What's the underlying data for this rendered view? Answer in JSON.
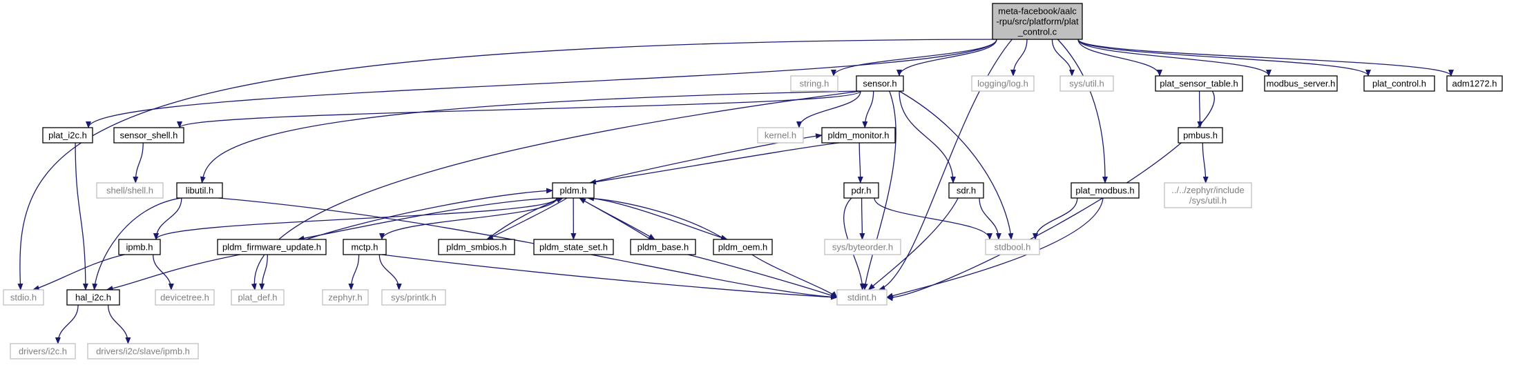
{
  "graph": {
    "colors": {
      "edge": "#191970",
      "root_fill": "#bfbfbf",
      "documented_border": "#000000",
      "external_border": "#bfbfbf",
      "external_text": "#7f7f7f",
      "text": "#000000"
    },
    "root": {
      "id": "root",
      "lines": [
        "meta-facebook/aalc",
        "-rpu/src/platform/plat",
        "_control.c"
      ]
    },
    "nodes": [
      {
        "id": "stdio",
        "label": "stdio.h",
        "kind": "external"
      },
      {
        "id": "plat_i2c",
        "label": "plat_i2c.h",
        "kind": "documented"
      },
      {
        "id": "string",
        "label": "string.h",
        "kind": "external"
      },
      {
        "id": "sensor",
        "label": "sensor.h",
        "kind": "documented"
      },
      {
        "id": "stdint",
        "label": "stdint.h",
        "kind": "external"
      },
      {
        "id": "logging",
        "label": "logging/log.h",
        "kind": "external"
      },
      {
        "id": "sysutil",
        "label": "sys/util.h",
        "kind": "external"
      },
      {
        "id": "plat_modbus",
        "label": "plat_modbus.h",
        "kind": "documented"
      },
      {
        "id": "plat_sensor_table",
        "label": "plat_sensor_table.h",
        "kind": "documented"
      },
      {
        "id": "modbus_server",
        "label": "modbus_server.h",
        "kind": "documented"
      },
      {
        "id": "plat_control",
        "label": "plat_control.h",
        "kind": "documented"
      },
      {
        "id": "adm1272",
        "label": "adm1272.h",
        "kind": "documented"
      },
      {
        "id": "hal_i2c",
        "label": "hal_i2c.h",
        "kind": "documented"
      },
      {
        "id": "drivers_i2c",
        "label": "drivers/i2c.h",
        "kind": "external"
      },
      {
        "id": "drivers_ipmb",
        "label": "drivers/i2c/slave/ipmb.h",
        "kind": "external"
      },
      {
        "id": "sensor_shell",
        "label": "sensor_shell.h",
        "kind": "documented"
      },
      {
        "id": "shell",
        "label": "shell/shell.h",
        "kind": "external"
      },
      {
        "id": "libutil",
        "label": "libutil.h",
        "kind": "documented"
      },
      {
        "id": "ipmb",
        "label": "ipmb.h",
        "kind": "documented"
      },
      {
        "id": "devicetree",
        "label": "devicetree.h",
        "kind": "external"
      },
      {
        "id": "kernel",
        "label": "kernel.h",
        "kind": "external"
      },
      {
        "id": "pldm_monitor",
        "label": "pldm_monitor.h",
        "kind": "documented"
      },
      {
        "id": "pldm",
        "label": "pldm.h",
        "kind": "documented"
      },
      {
        "id": "pldm_fw",
        "label": "pldm_firmware_update.h",
        "kind": "documented"
      },
      {
        "id": "plat_def",
        "label": "plat_def.h",
        "kind": "external"
      },
      {
        "id": "mctp",
        "label": "mctp.h",
        "kind": "documented"
      },
      {
        "id": "zephyr",
        "label": "zephyr.h",
        "kind": "external"
      },
      {
        "id": "sysprintk",
        "label": "sys/printk.h",
        "kind": "external"
      },
      {
        "id": "pldm_smbios",
        "label": "pldm_smbios.h",
        "kind": "documented"
      },
      {
        "id": "pldm_state_set",
        "label": "pldm_state_set.h",
        "kind": "documented"
      },
      {
        "id": "pldm_base",
        "label": "pldm_base.h",
        "kind": "documented"
      },
      {
        "id": "pldm_oem",
        "label": "pldm_oem.h",
        "kind": "documented"
      },
      {
        "id": "pdr",
        "label": "pdr.h",
        "kind": "documented"
      },
      {
        "id": "sysbyteorder",
        "label": "sys/byteorder.h",
        "kind": "external"
      },
      {
        "id": "sdr",
        "label": "sdr.h",
        "kind": "documented"
      },
      {
        "id": "stdbool",
        "label": "stdbool.h",
        "kind": "external"
      },
      {
        "id": "pmbus",
        "label": "pmbus.h",
        "kind": "documented"
      },
      {
        "id": "zephyr_sysutil",
        "lines": [
          "../../zephyr/include",
          "/sys/util.h"
        ],
        "kind": "external"
      }
    ],
    "edges": [
      [
        "root",
        "stdio"
      ],
      [
        "root",
        "plat_i2c"
      ],
      [
        "root",
        "string"
      ],
      [
        "root",
        "sensor"
      ],
      [
        "root",
        "stdint"
      ],
      [
        "root",
        "logging"
      ],
      [
        "root",
        "sysutil"
      ],
      [
        "root",
        "plat_modbus"
      ],
      [
        "root",
        "plat_sensor_table"
      ],
      [
        "root",
        "modbus_server"
      ],
      [
        "root",
        "plat_control"
      ],
      [
        "root",
        "adm1272"
      ],
      [
        "plat_i2c",
        "hal_i2c"
      ],
      [
        "hal_i2c",
        "drivers_i2c"
      ],
      [
        "hal_i2c",
        "drivers_ipmb"
      ],
      [
        "sensor",
        "sensor_shell"
      ],
      [
        "sensor",
        "libutil"
      ],
      [
        "sensor",
        "plat_def"
      ],
      [
        "sensor",
        "kernel"
      ],
      [
        "sensor",
        "pldm_monitor"
      ],
      [
        "sensor",
        "sdr"
      ],
      [
        "sensor",
        "stdint"
      ],
      [
        "sensor",
        "stdbool"
      ],
      [
        "sensor_shell",
        "shell"
      ],
      [
        "libutil",
        "ipmb"
      ],
      [
        "libutil",
        "hal_i2c"
      ],
      [
        "libutil",
        "stdint"
      ],
      [
        "ipmb",
        "stdio"
      ],
      [
        "ipmb",
        "devicetree"
      ],
      [
        "pldm_monitor",
        "pldm"
      ],
      [
        "pldm_monitor",
        "pdr"
      ],
      [
        "pldm",
        "ipmb"
      ],
      [
        "pldm",
        "pldm_fw"
      ],
      [
        "pldm",
        "mctp"
      ],
      [
        "pldm",
        "pldm_smbios"
      ],
      [
        "pldm",
        "pldm_state_set"
      ],
      [
        "pldm",
        "pldm_base"
      ],
      [
        "pldm",
        "pldm_oem"
      ],
      [
        "pldm",
        "pldm_monitor"
      ],
      [
        "pldm_fw",
        "pldm"
      ],
      [
        "pldm_fw",
        "hal_i2c"
      ],
      [
        "pldm_fw",
        "plat_def"
      ],
      [
        "mctp",
        "zephyr"
      ],
      [
        "mctp",
        "sysprintk"
      ],
      [
        "mctp",
        "stdint"
      ],
      [
        "pldm_smbios",
        "pldm"
      ],
      [
        "pldm_base",
        "pldm"
      ],
      [
        "pldm_base",
        "stdint"
      ],
      [
        "pldm_oem",
        "pldm"
      ],
      [
        "pldm_oem",
        "stdint"
      ],
      [
        "pdr",
        "stdint"
      ],
      [
        "pdr",
        "sysbyteorder"
      ],
      [
        "pdr",
        "stdbool"
      ],
      [
        "sdr",
        "stdint"
      ],
      [
        "sdr",
        "stdbool"
      ],
      [
        "plat_modbus",
        "stdbool"
      ],
      [
        "plat_modbus",
        "stdint"
      ],
      [
        "plat_sensor_table",
        "pmbus"
      ],
      [
        "plat_sensor_table",
        "stdint"
      ],
      [
        "pmbus",
        "zephyr_sysutil"
      ]
    ]
  }
}
